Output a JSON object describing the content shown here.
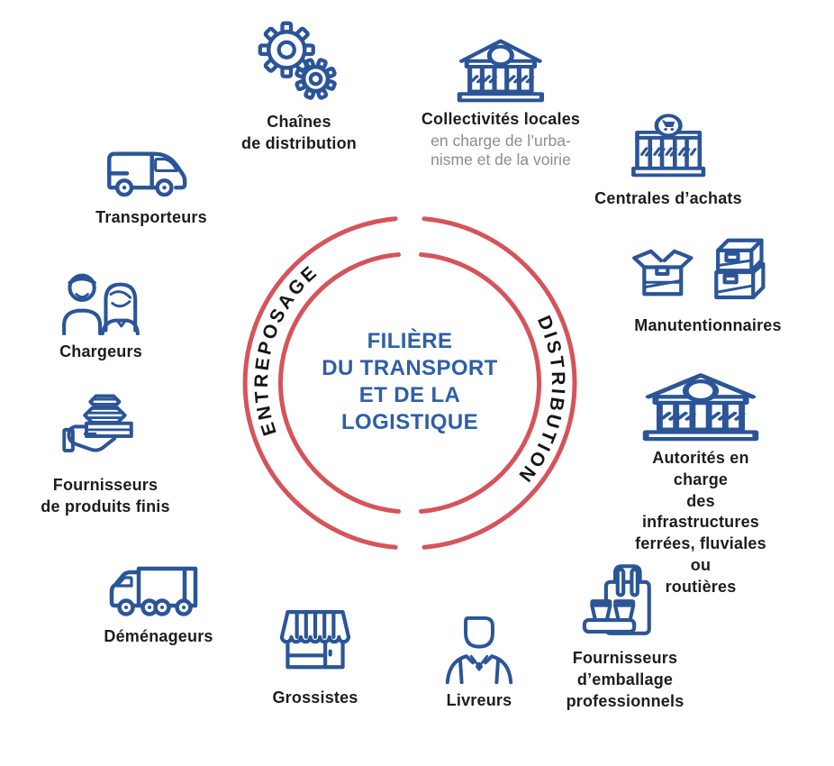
{
  "center": {
    "title": "FILIÈRE\nDU TRANSPORT\nET DE LA\nLOGISTIQUE",
    "ring_word_left": "ENTREPOSAGE",
    "ring_word_right": "DISTRIBUTION"
  },
  "colors": {
    "ring_red": "#d5545a",
    "title_blue": "#2e5fa6",
    "icon_blue": "#2b5597",
    "label_dark": "#1d1d1f",
    "sublabel_gray": "#8d8d8d"
  },
  "nodes": [
    {
      "id": "chaines",
      "icon": "gears-icon",
      "label": "Chaînes\nde distribution"
    },
    {
      "id": "collectivites",
      "icon": "civic-building-icon",
      "label": "Collectivités locales",
      "sublabel": "en charge de l’urba-\nnisme et de la voirie"
    },
    {
      "id": "centrales",
      "icon": "store-cart-icon",
      "label": "Centrales d’achats"
    },
    {
      "id": "transporteurs",
      "icon": "delivery-van-icon",
      "label": "Transporteurs"
    },
    {
      "id": "chargeurs",
      "icon": "two-people-icon",
      "label": "Chargeurs"
    },
    {
      "id": "manutentionnaires",
      "icon": "boxes-icon",
      "label": "Manutentionnaires"
    },
    {
      "id": "fournisseurs-produits",
      "icon": "hand-goods-icon",
      "label": "Fournisseurs\nde produits finis"
    },
    {
      "id": "autorites",
      "icon": "civic-building-icon",
      "label": "Autorités en charge\ndes infrastructures\nferrées, fluviales ou\nroutières"
    },
    {
      "id": "demenageurs",
      "icon": "moving-truck-icon",
      "label": "Déménageurs"
    },
    {
      "id": "grossistes",
      "icon": "shop-awning-icon",
      "label": "Grossistes"
    },
    {
      "id": "livreurs",
      "icon": "person-icon",
      "label": "Livreurs"
    },
    {
      "id": "emballage",
      "icon": "bag-cups-icon",
      "label": "Fournisseurs\nd’emballage\nprofessionnels"
    }
  ]
}
